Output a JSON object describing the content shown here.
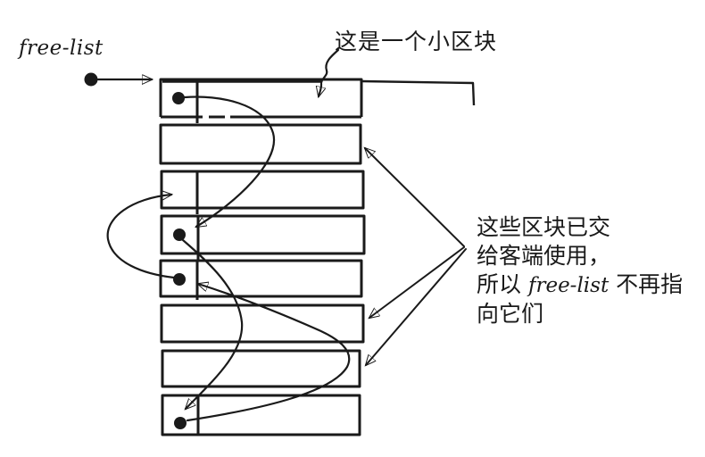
{
  "colors": {
    "ink": "#1a1a1a",
    "paper": "#ffffff"
  },
  "labels": {
    "free_list": "free-list",
    "top_note": "这是一个小区块",
    "side_note_line1": "这些区块已交",
    "side_note_line2": "给客端使用，",
    "side_note_line3_prefix": "所以 ",
    "side_note_line3_italic": "free-list",
    "side_note_line3_suffix": " 不再指",
    "side_note_line4": "向它们"
  },
  "diagram": {
    "description": "Hand-drawn figure of a free-list linked through small memory blocks; blocks without a pointer cell have been handed out to the client.",
    "block_count": 8,
    "blocks": [
      {
        "index": 1,
        "state": "free",
        "has_pointer_cell": true,
        "next_free": 4
      },
      {
        "index": 2,
        "state": "given-to-client",
        "has_pointer_cell": false,
        "next_free": null
      },
      {
        "index": 3,
        "state": "free",
        "has_pointer_cell": true,
        "next_free": null
      },
      {
        "index": 4,
        "state": "free",
        "has_pointer_cell": true,
        "next_free": 8
      },
      {
        "index": 5,
        "state": "free",
        "has_pointer_cell": true,
        "next_free": 3
      },
      {
        "index": 6,
        "state": "given-to-client",
        "has_pointer_cell": false,
        "next_free": null
      },
      {
        "index": 7,
        "state": "given-to-client",
        "has_pointer_cell": false,
        "next_free": null
      },
      {
        "index": 8,
        "state": "free",
        "has_pointer_cell": true,
        "next_free": 5
      }
    ],
    "free_list_points_to": 1,
    "top_note_points_to": 1,
    "side_note_points_to": [
      2,
      6,
      7
    ]
  }
}
